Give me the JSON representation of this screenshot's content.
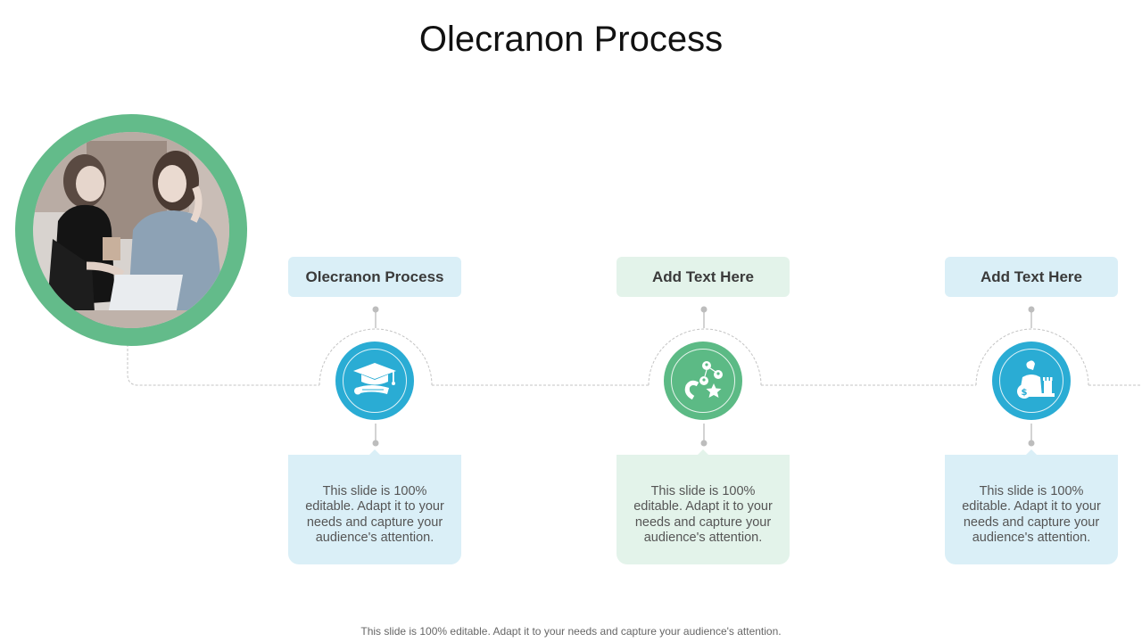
{
  "title": "Olecranon Process",
  "steps": [
    {
      "label": "Olecranon Process",
      "icon": "graduation-cap-diploma-icon",
      "description": "This slide is 100% editable. Adapt it to your needs and capture your audience's attention.",
      "color": "#2aacd4"
    },
    {
      "label": "Add Text Here",
      "icon": "magnet-people-star-icon",
      "description": "This slide is 100% editable. Adapt it to your needs and capture your audience's attention.",
      "color": "#5cba85"
    },
    {
      "label": "Add Text Here",
      "icon": "money-bag-chess-rook-icon",
      "description": "This slide is 100% editable. Adapt it to your needs and capture your audience's attention.",
      "color": "#2aacd4"
    }
  ],
  "photo": {
    "ring_color": "#63bb8a"
  },
  "footer": "This slide is 100% editable. Adapt it to your needs and capture your audience's attention."
}
